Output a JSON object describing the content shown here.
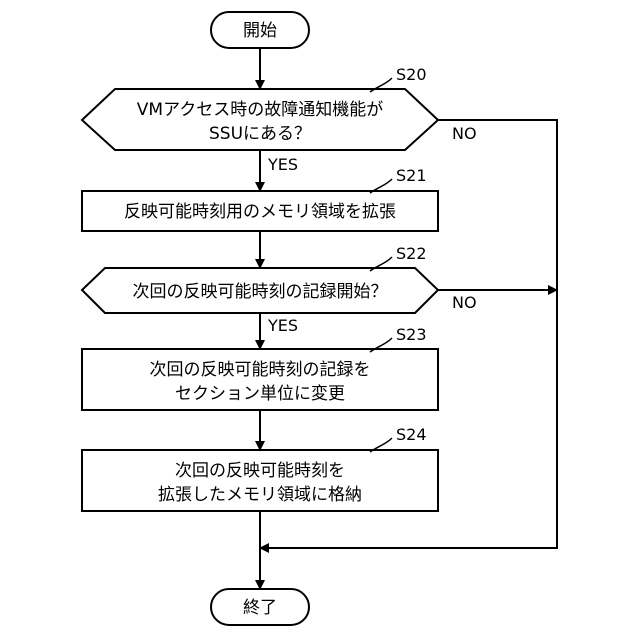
{
  "diagram": {
    "start": "開始",
    "end": "終了",
    "steps": [
      {
        "id": "S20",
        "lines": [
          "VMアクセス時の故障通知機能が",
          "SSUにある？"
        ]
      },
      {
        "id": "S21",
        "lines": [
          "反映可能時刻用のメモリ領域を拡張"
        ]
      },
      {
        "id": "S22",
        "lines": [
          "次回の反映可能時刻の記録開始？"
        ]
      },
      {
        "id": "S23",
        "lines": [
          "次回の反映可能時刻の記録を",
          "セクション単位に変更"
        ]
      },
      {
        "id": "S24",
        "lines": [
          "次回の反映可能時刻を",
          "拡張したメモリ領域に格納"
        ]
      }
    ],
    "branch_labels": {
      "s20_yes": "YES",
      "s20_no": "NO",
      "s22_yes": "YES",
      "s22_no": "NO"
    }
  }
}
